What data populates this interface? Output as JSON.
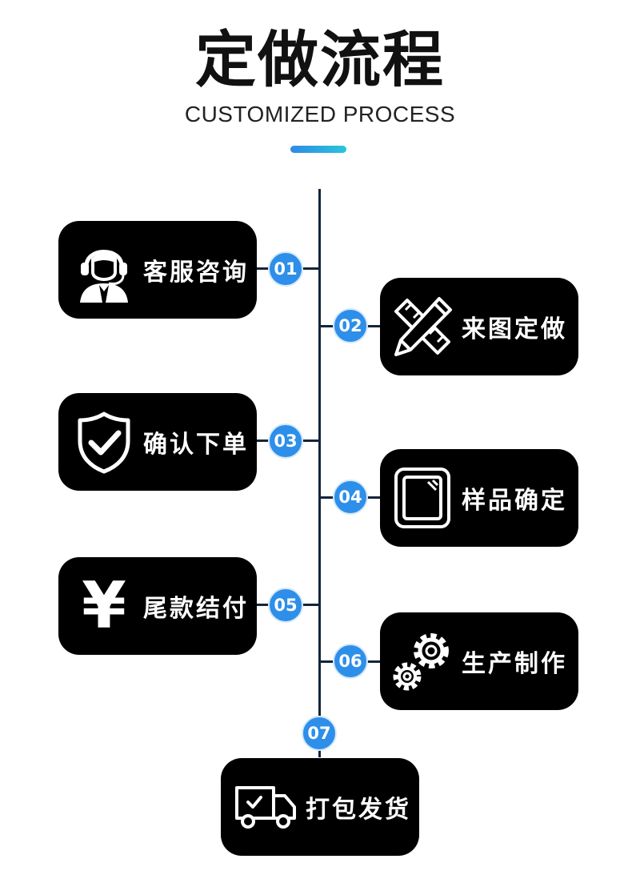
{
  "header": {
    "title": "定做流程",
    "subtitle": "CUSTOMIZED PROCESS"
  },
  "colors": {
    "accent_start": "#2f8ae6",
    "accent_end": "#27c6db",
    "step_badge": "#2d8fe9",
    "card_background": "#000000",
    "timeline": "#14253a"
  },
  "steps": [
    {
      "number": "01",
      "label": "客服咨询",
      "icon": "customer-service-icon"
    },
    {
      "number": "02",
      "label": "来图定做",
      "icon": "ruler-pencil-icon"
    },
    {
      "number": "03",
      "label": "确认下单",
      "icon": "shield-check-icon"
    },
    {
      "number": "04",
      "label": "样品确定",
      "icon": "sample-frame-icon"
    },
    {
      "number": "05",
      "label": "尾款结付",
      "icon": "yen-icon",
      "glyph": "¥"
    },
    {
      "number": "06",
      "label": "生产制作",
      "icon": "gears-icon"
    },
    {
      "number": "07",
      "label": "打包发货",
      "icon": "delivery-truck-icon"
    }
  ]
}
